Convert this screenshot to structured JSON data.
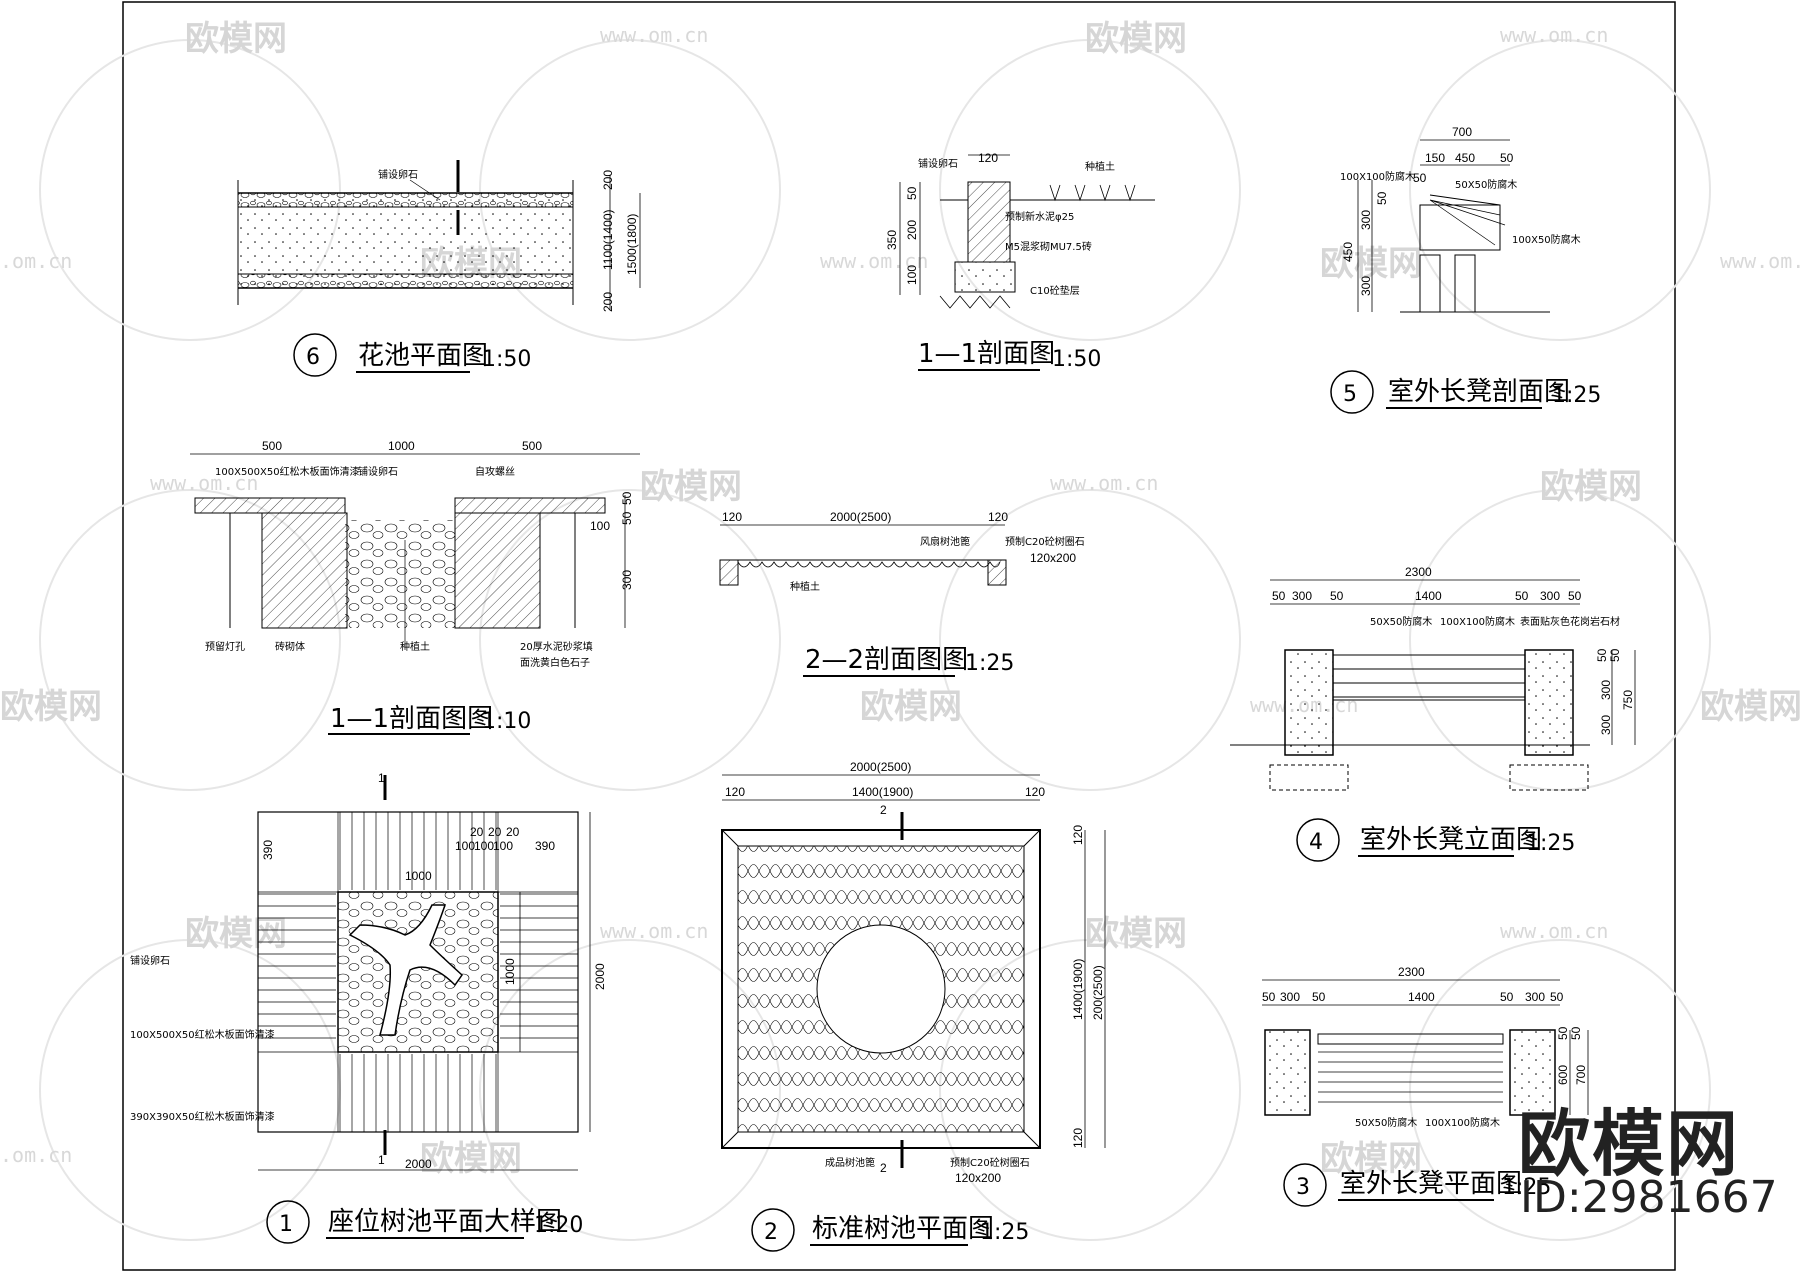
{
  "watermark": {
    "logo_text": "欧模网",
    "url": "www.om.cn",
    "url_short": ".om.cn"
  },
  "brand": {
    "name": "欧模网",
    "id": "ID:2981667"
  },
  "drawings": {
    "d6": {
      "num": "6",
      "title": "花池平面图",
      "scale": "1:50",
      "dims": [
        "200",
        "1100(1400)",
        "1500(1800)",
        "200"
      ],
      "note": "铺设卵石"
    },
    "d11a": {
      "title": "1—1剖面图",
      "scale": "1:50",
      "dims": [
        "120",
        "350",
        "50",
        "200",
        "100"
      ],
      "notes": [
        "铺设卵石",
        "种植土",
        "预制新水泥φ25",
        "M5混浆砌MU7.5砖",
        "C10砼垫层"
      ]
    },
    "d5": {
      "num": "5",
      "title": "室外长凳剖面图",
      "scale": "1:25",
      "dims": [
        "700",
        "150",
        "450",
        "50",
        "50",
        "300",
        "450",
        "300",
        "50"
      ],
      "notes": [
        "100X100防腐木",
        "50X50防腐木",
        "100X50防腐木"
      ]
    },
    "d11b": {
      "title": "1—1剖面图图",
      "scale": "1:10",
      "dims": [
        "500",
        "1000",
        "500",
        "50",
        "50",
        "100",
        "300"
      ],
      "notes": [
        "100X500X50红松木板面饰清漆",
        "铺设卵石",
        "自攻螺丝",
        "预留灯孔",
        "砖砌体",
        "种植土",
        "20厚水泥砂浆填",
        "面洗黄白色石子"
      ]
    },
    "d22": {
      "title": "2—2剖面图图",
      "scale": "1:25",
      "dims": [
        "120",
        "2000(2500)",
        "120",
        "120x200"
      ],
      "notes": [
        "风扇树池篦",
        "预制C20砼树圈石",
        "种植土"
      ]
    },
    "d4": {
      "num": "4",
      "title": "室外长凳立面图",
      "scale": "1:25",
      "dims": [
        "2300",
        "50",
        "300",
        "50",
        "1400",
        "50",
        "300",
        "50",
        "50",
        "50",
        "300",
        "300",
        "750"
      ],
      "notes": [
        "50X50防腐木",
        "100X100防腐木",
        "表面贴灰色花岗岩石材"
      ]
    },
    "d1": {
      "num": "1",
      "title": "座位树池平面大样图",
      "scale": "1:20",
      "dims": [
        "390",
        "1000",
        "20",
        "20",
        "20",
        "100",
        "100",
        "100",
        "390",
        "1000",
        "2000",
        "2000"
      ],
      "notes": [
        "铺设卵石",
        "100X500X50红松木板面饰清漆",
        "390X390X50红松木板面饰清漆"
      ],
      "cuts": [
        "1",
        "1"
      ]
    },
    "d2": {
      "num": "2",
      "title": "标准树池平面图",
      "scale": "1:25",
      "dims": [
        "2000(2500)",
        "120",
        "1400(1900)",
        "120",
        "120",
        "1400(1900)",
        "200(2500)",
        "120"
      ],
      "notes": [
        "成品树池篦",
        "预制C20砼树圈石",
        "120x200"
      ],
      "cuts": [
        "2",
        "2"
      ]
    },
    "d3": {
      "num": "3",
      "title": "室外长凳平面图",
      "scale": "1:25",
      "dims": [
        "2300",
        "50",
        "300",
        "50",
        "1400",
        "50",
        "300",
        "50",
        "50",
        "50",
        "600",
        "700"
      ],
      "notes": [
        "50X50防腐木",
        "100X100防腐木"
      ]
    }
  }
}
